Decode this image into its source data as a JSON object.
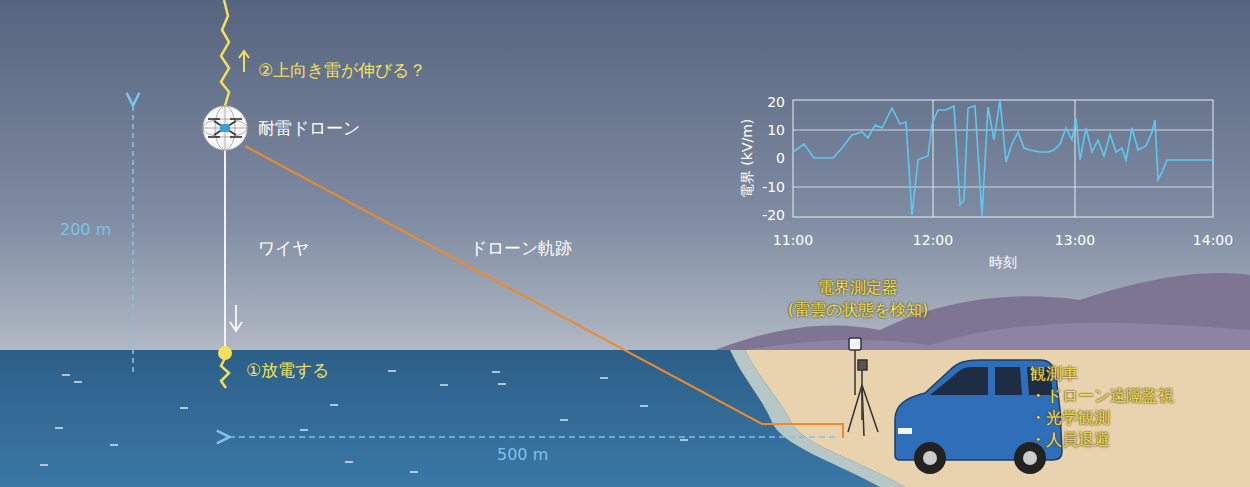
{
  "diagram": {
    "labels": [
      "②上向き雷が伸びる？",
      "耐雷ドローン",
      "200 m",
      "ワイヤ",
      "ドローン軌跡",
      "①放電する",
      "500 m",
      "20",
      "10",
      "0",
      "-10",
      "-20",
      "電界 (kV/m)",
      "11:00",
      "12:00",
      "13:00",
      "14:00",
      "時刻",
      "電界測定器",
      "(雷雲の状態を検知)",
      "観測車",
      "・ドローン遠隔監視",
      "・光学観測",
      "・人員退避"
    ]
  }
}
